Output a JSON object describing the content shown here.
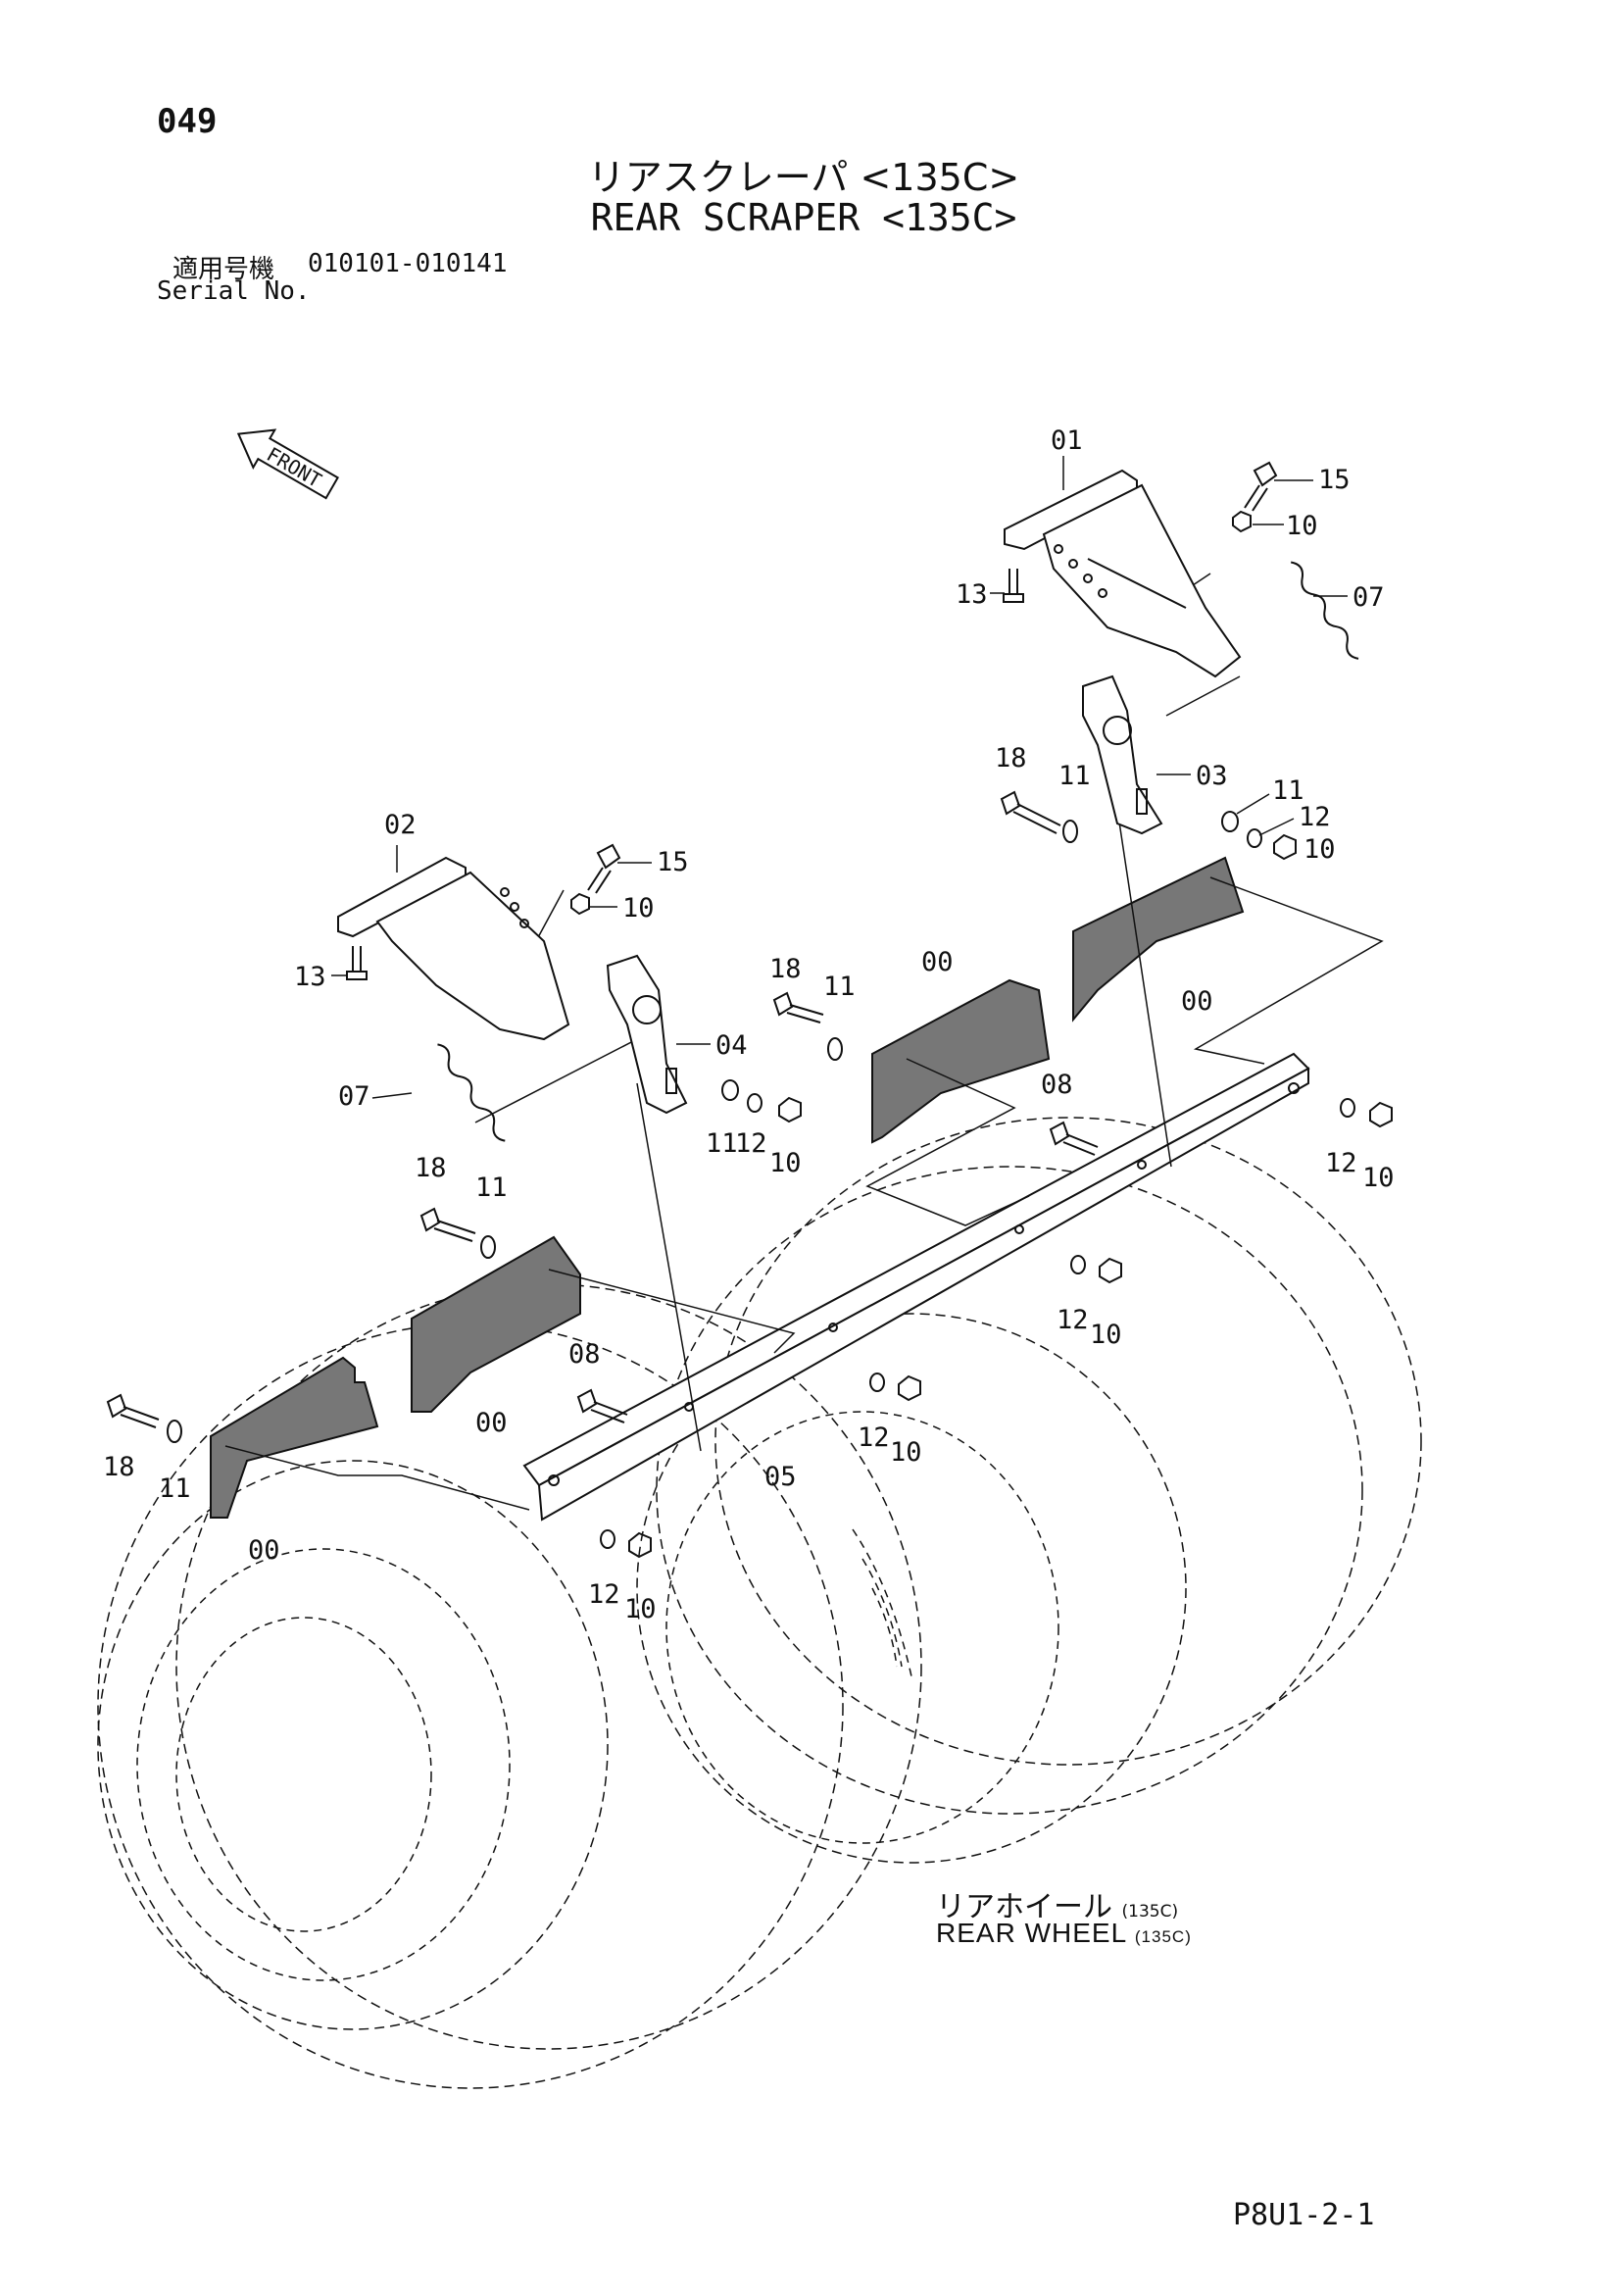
{
  "header": {
    "page_number": "049",
    "title_jp": "リアスクレーパ <135C>",
    "title_en": "REAR SCRAPER <135C>",
    "serial_label_jp": "適用号機",
    "serial_range": "010101-010141",
    "serial_label_en": "Serial No."
  },
  "front_arrow": {
    "label": "FRONT"
  },
  "wheel_note": {
    "jp": "リアホイール",
    "jp_tag": "(135C)",
    "en": "REAR WHEEL",
    "en_tag": "(135C)"
  },
  "footer": {
    "drawing_code": "P8U1-2-1"
  },
  "part_labels": {
    "p01": "01",
    "p02": "02",
    "p03": "03",
    "p04": "04",
    "p05": "05",
    "p07": "07",
    "p07b": "07",
    "p15": "15",
    "p15b": "15",
    "p13": "13",
    "p13b": "13",
    "p10a": "10",
    "p10b": "10",
    "p10c": "10",
    "p10d": "10",
    "p10e": "10",
    "p10f": "10",
    "p10g": "10",
    "p10h": "10",
    "p11a": "11",
    "p11b": "11",
    "p11c": "11",
    "p11d": "11",
    "p11e": "11",
    "p11f": "11",
    "p12a": "12",
    "p12b": "12",
    "p12c": "12",
    "p12d": "12",
    "p12e": "12",
    "p12f": "12",
    "p18a": "18",
    "p18b": "18",
    "p18c": "18",
    "p18d": "18",
    "p08a": "08",
    "p08b": "08",
    "p00a": "00",
    "p00b": "00",
    "p00c": "00",
    "p00d": "00"
  }
}
